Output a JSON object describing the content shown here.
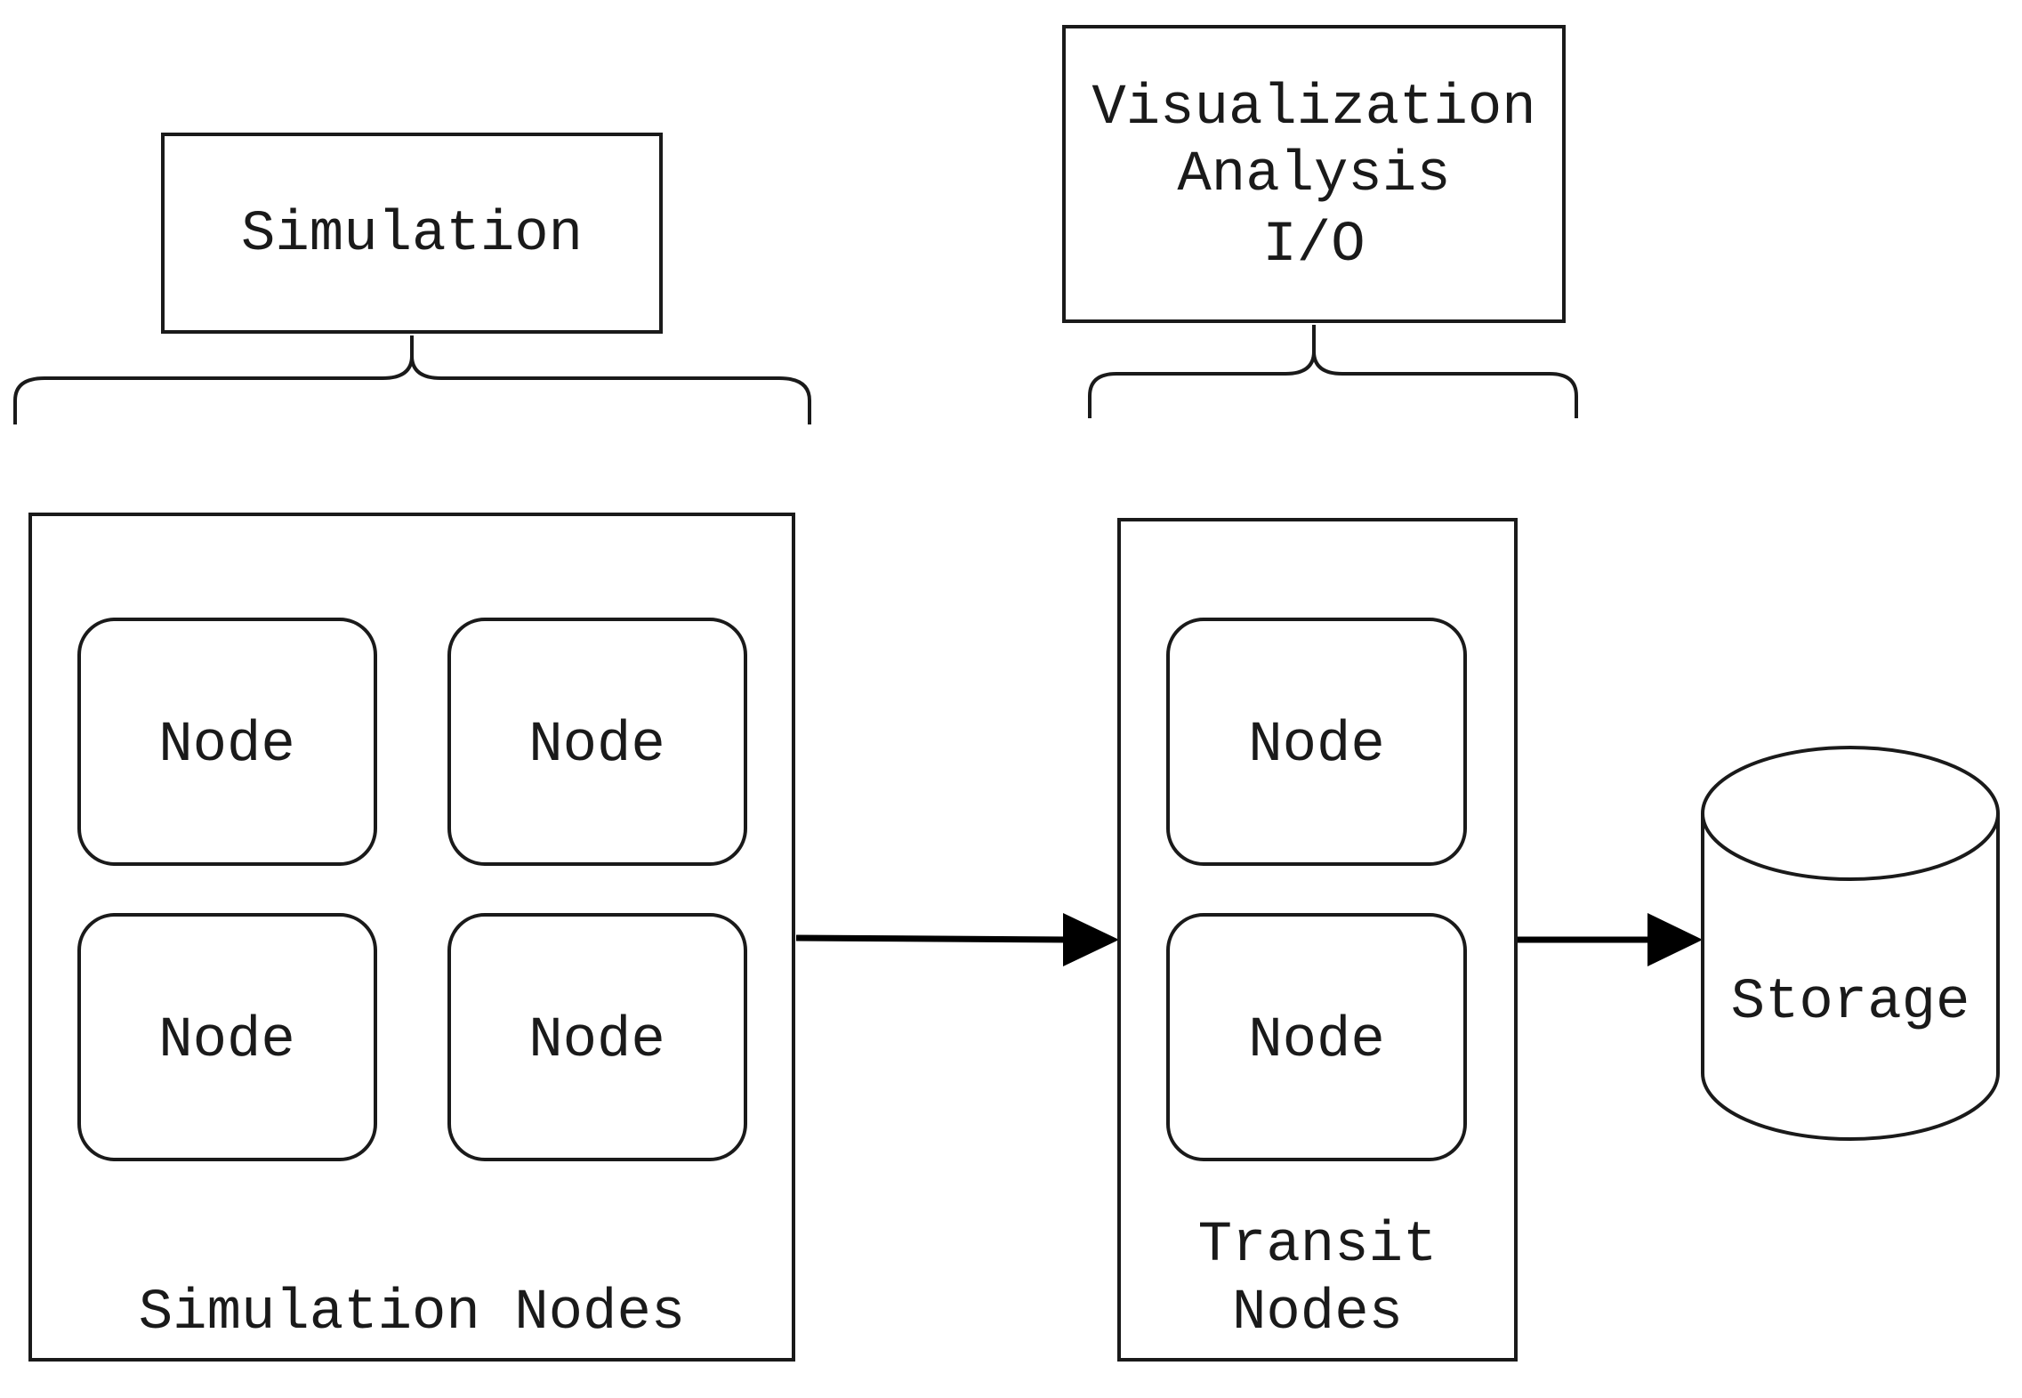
{
  "top_labels": {
    "simulation": "Simulation",
    "vis_line1": "Visualization",
    "vis_line2": "Analysis",
    "vis_line3": "I/O"
  },
  "simulation_nodes": {
    "label": "Simulation Nodes",
    "nodes": [
      "Node",
      "Node",
      "Node",
      "Node"
    ]
  },
  "transit_nodes": {
    "label_line1": "Transit",
    "label_line2": "Nodes",
    "nodes": [
      "Node",
      "Node"
    ]
  },
  "storage": {
    "label": "Storage"
  },
  "colors": {
    "stroke": "#1a1a1a",
    "arrow": "#000000",
    "background": "#ffffff"
  }
}
